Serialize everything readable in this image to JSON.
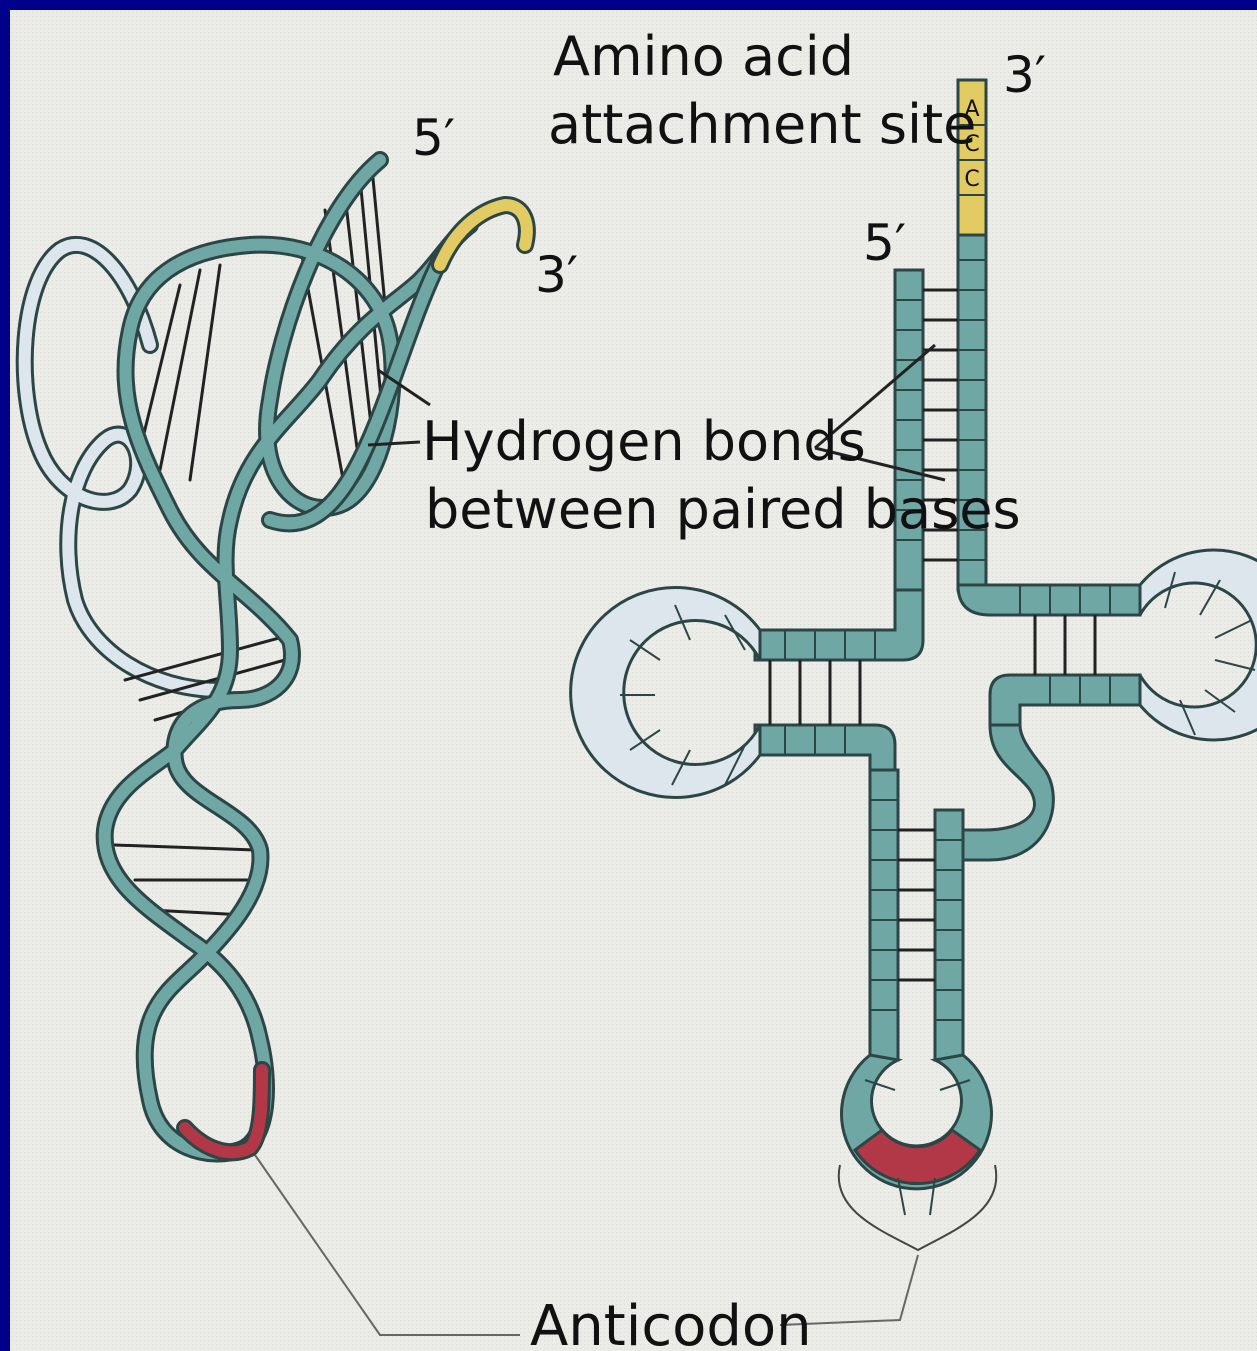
{
  "labels": {
    "amino_line1": "Amino acid",
    "amino_line2": "attachment site",
    "left_5prime": "5′",
    "left_3prime": "3′",
    "right_5prime": "5′",
    "right_3prime": "3′",
    "hbond_line1": "Hydrogen bonds",
    "hbond_line2": "between paired bases",
    "anticodon": "Anticodon",
    "acc": [
      "A",
      "C",
      "C"
    ]
  },
  "colors": {
    "background_border": "#00008b",
    "panel": "#ebebe7",
    "stem_teal": "#6fa7a5",
    "stem_outline": "#2c4646",
    "loop_light": "#dde6ec",
    "acceptor_yellow": "#e3cb63",
    "anticodon_red": "#b23848"
  }
}
